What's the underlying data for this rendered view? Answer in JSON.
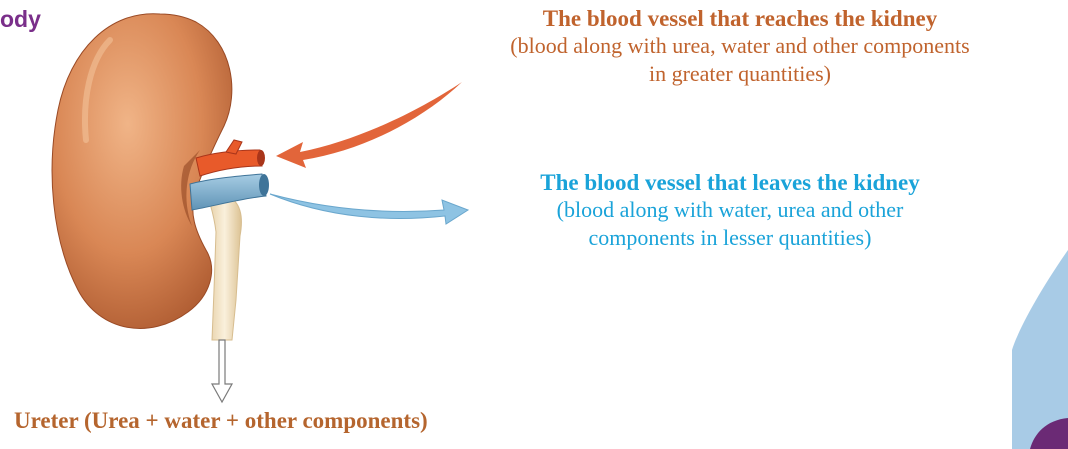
{
  "heading_fragment": "ody",
  "labels": {
    "reaching_vessel": {
      "title": "The blood vessel that reaches the kidney",
      "line1": "(blood along with urea, water and other components",
      "line2": "in greater quantities)"
    },
    "leaving_vessel": {
      "title": "The blood vessel that leaves the kidney",
      "line1": "(blood along with water, urea and other",
      "line2": "components in lesser quantities)"
    },
    "ureter": "Ureter (Urea + water + other components)"
  },
  "colors": {
    "heading": "#7a2f8a",
    "reaching_text": "#c0632d",
    "leaving_text": "#1aa3d9",
    "ureter_text": "#b5652e",
    "kidney": "#d98755",
    "artery": "#e85a2a",
    "vein": "#7fb3d1",
    "ureter_tube": "#f3e2c6",
    "panel": "#a8cbe6",
    "tab": "#6b2a75"
  }
}
